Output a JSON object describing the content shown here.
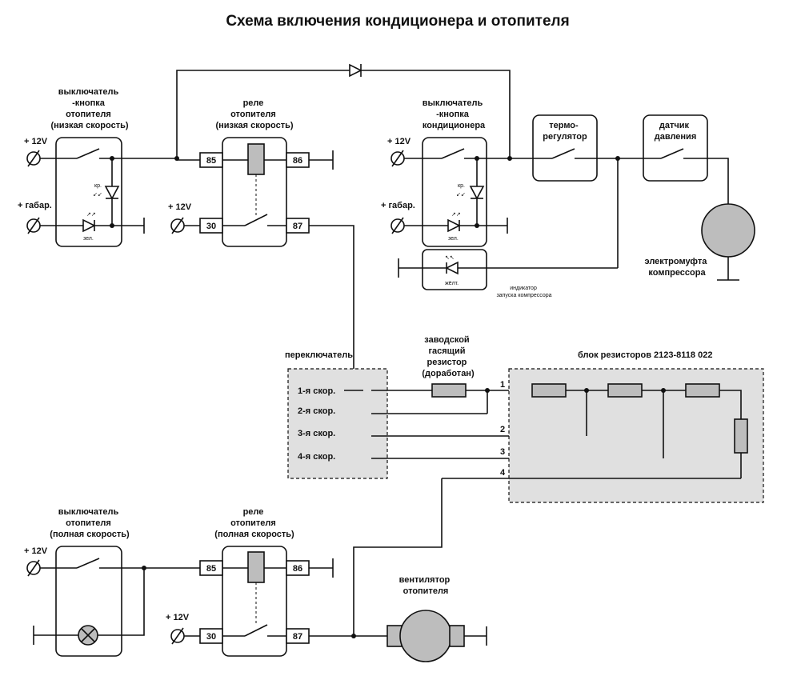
{
  "title": "Схема включения кондиционера и отопителя",
  "labels": {
    "sw_low": [
      "выключатель",
      "-кнопка",
      "отопителя",
      "(низкая скорость)"
    ],
    "relay_low": [
      "реле",
      "отопителя",
      "(низкая скорость)"
    ],
    "sw_ac": [
      "выключатель",
      "-кнопка",
      "кондиционера"
    ],
    "thermo": [
      "термо-",
      "регулятор"
    ],
    "pressure": [
      "датчик",
      "давления"
    ],
    "clutch": [
      "электромуфта",
      "компрессора"
    ],
    "indicator": [
      "индикатор",
      "запуска компрессора"
    ],
    "switch_box": "переключатель",
    "factory_res": [
      "заводской",
      "гасящий",
      "резистор",
      "(доработан)"
    ],
    "res_block": "блок резисторов 2123-8118 022",
    "sw_full": [
      "выключатель",
      "отопителя",
      "(полная скорость)"
    ],
    "relay_full": [
      "реле",
      "отопителя",
      "(полная скорость)"
    ],
    "fan": [
      "вентилятор",
      "отопителя"
    ]
  },
  "supply": {
    "v12": "+ 12V",
    "parking": "+ габар."
  },
  "leds": {
    "red": "кр.",
    "green": "зел.",
    "yellow": "жёлт."
  },
  "pins": {
    "p85": "85",
    "p86": "86",
    "p30": "30",
    "p87": "87"
  },
  "speeds": [
    "1-я скор.",
    "2-я скор.",
    "3-я скор.",
    "4-я скор."
  ],
  "resistor_taps": [
    "1",
    "2",
    "3",
    "4"
  ]
}
